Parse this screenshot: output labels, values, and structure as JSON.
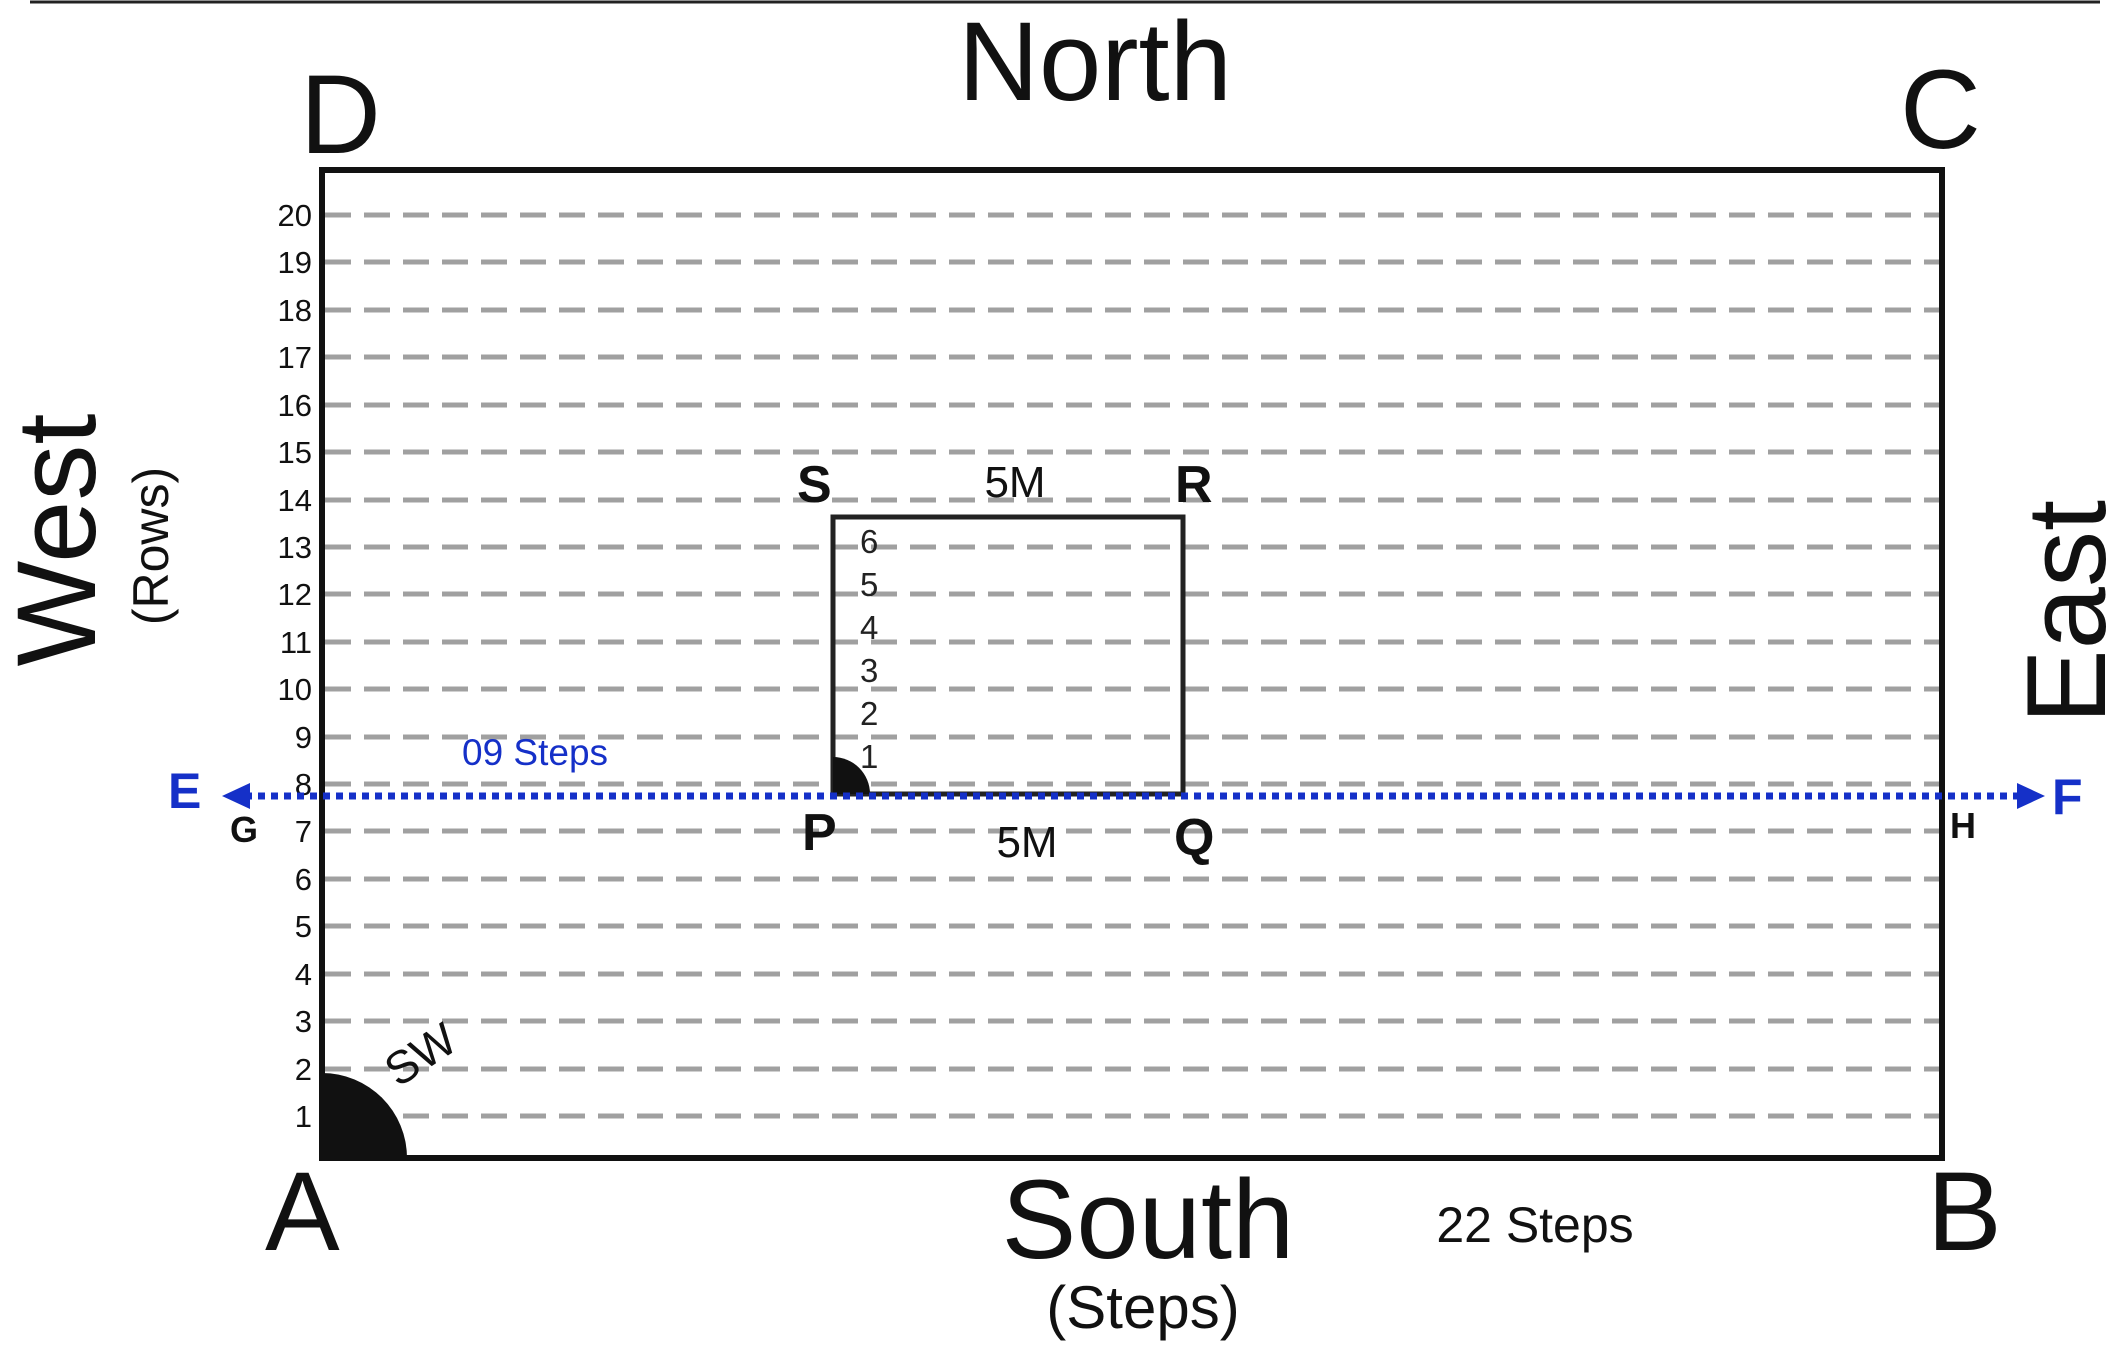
{
  "directions": {
    "north": "North",
    "south": "South",
    "south_sub": "(Steps)",
    "west": "West",
    "west_sub": "(Rows)",
    "east": "East",
    "southwest": "SW"
  },
  "corners": {
    "a": "A",
    "b": "B",
    "c": "C",
    "d": "D"
  },
  "row_numbers": [
    "20",
    "19",
    "18",
    "17",
    "16",
    "15",
    "14",
    "13",
    "12",
    "11",
    "10",
    "9",
    "8",
    "7",
    "6",
    "5",
    "4",
    "3",
    "2",
    "1"
  ],
  "quadrat": {
    "p": "P",
    "q": "Q",
    "r": "R",
    "s": "S",
    "top_length": "5M",
    "bottom_length": "5M",
    "inner_rows": [
      "1",
      "2",
      "3",
      "4",
      "5",
      "6"
    ]
  },
  "transect": {
    "e": "E",
    "f": "F",
    "g": "G",
    "h": "H",
    "steps_label": "09 Steps",
    "color": "#1530c8"
  },
  "total_steps": "22 Steps"
}
